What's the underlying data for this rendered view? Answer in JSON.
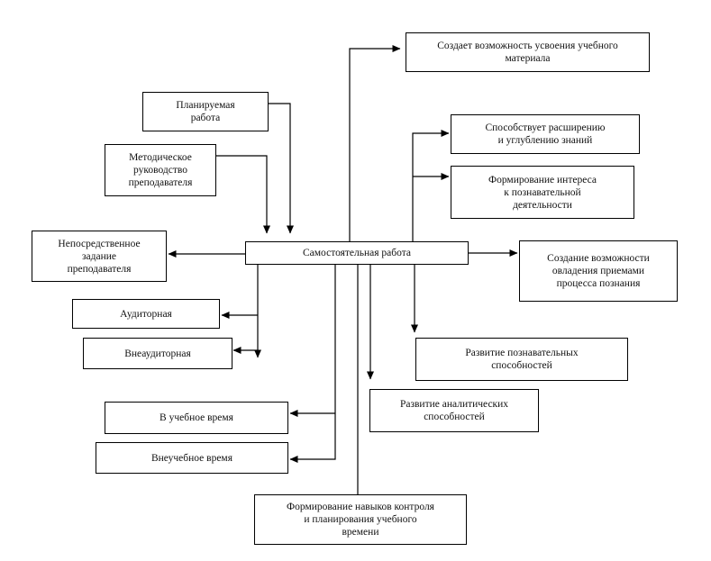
{
  "diagram": {
    "center": {
      "label": "Самостоятельная  работа"
    },
    "nodes": {
      "creates_possibility": {
        "label": "Создает  возможность усвоения учебного\nматериала"
      },
      "planned_work": {
        "label": "Планируемая\nработа"
      },
      "methodical_guidance": {
        "label": "Методическое\nруководство\nпреподавателя"
      },
      "promotes_expansion": {
        "label": "Способствует расширению\nи углублению  знаний"
      },
      "interest_formation": {
        "label": "Формирование интереса\nк познавательной\nдеятельности"
      },
      "direct_assignment": {
        "label": "Непосредственное\nзадание\nпреподавателя"
      },
      "mastery_possibility": {
        "label": "Создание возможности\nовладения приемами\nпроцесса познания"
      },
      "classroom": {
        "label": "Аудиторная"
      },
      "extracurricular": {
        "label": "Внеаудиторная"
      },
      "cognitive_abilities": {
        "label": "Развитие познавательных\nспособностей"
      },
      "analytical_abilities": {
        "label": "Развитие аналитических\nспособностей"
      },
      "study_time": {
        "label": "В учебное время"
      },
      "non_study_time": {
        "label": "Внеучебное время"
      },
      "control_skills": {
        "label": "Формирование навыков контроля\nи планирования учебного\nвремени"
      }
    }
  },
  "colors": {
    "line": "#000000",
    "box_border": "#000000",
    "text": "#111111",
    "background": "#ffffff"
  }
}
